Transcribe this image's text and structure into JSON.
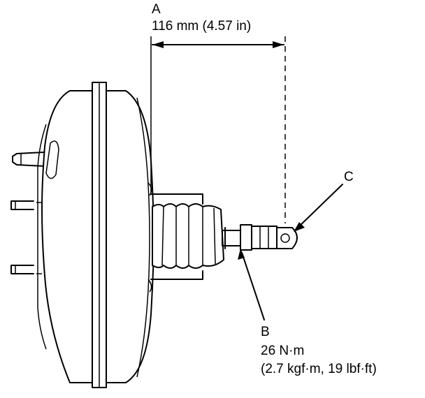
{
  "labels": {
    "a_letter": "A",
    "a_dimension": "116 mm (4.57 in)",
    "b_letter": "B",
    "b_torque": "26 N·m",
    "b_torque_alt": "(2.7 kgf·m, 19 lbf·ft)",
    "c_letter": "C"
  },
  "colors": {
    "ink": "#000000",
    "paper": "#ffffff"
  }
}
